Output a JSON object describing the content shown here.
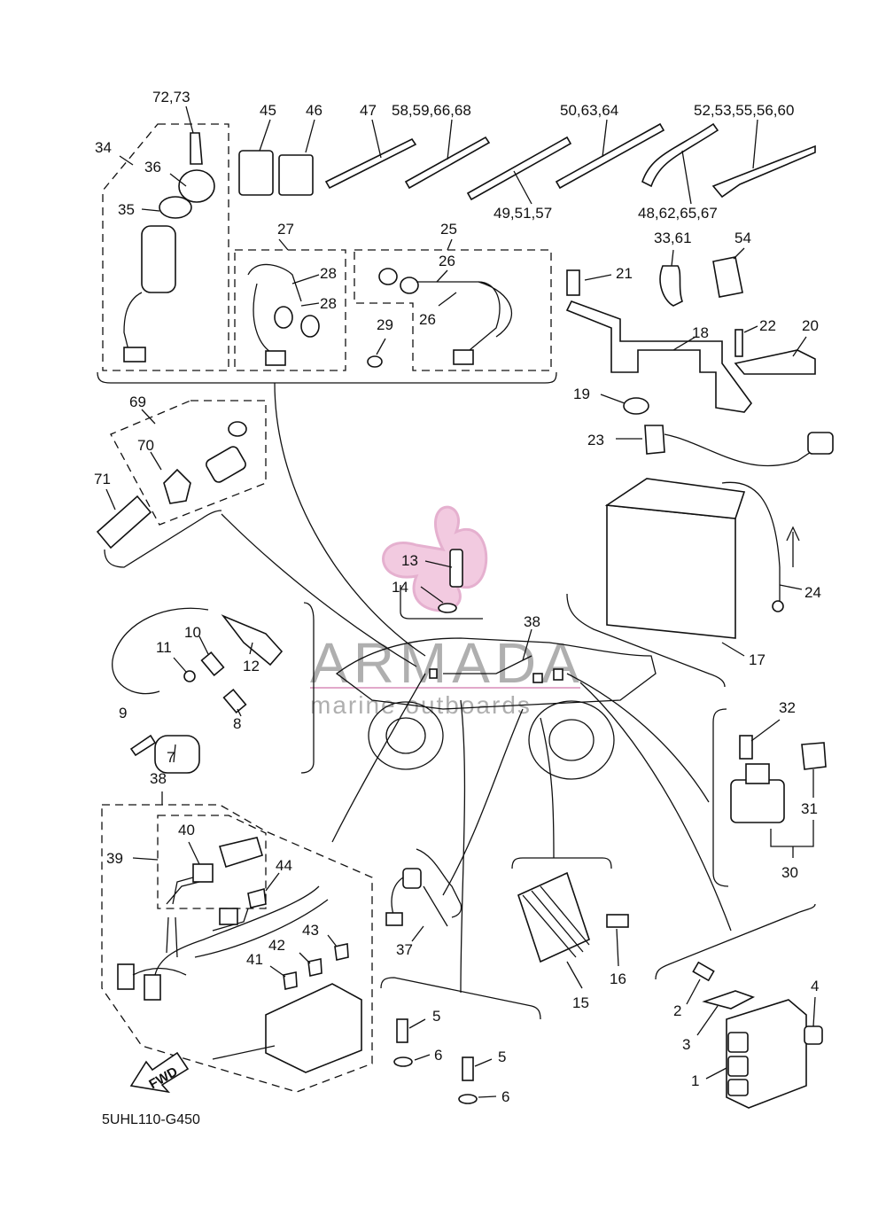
{
  "diagram": {
    "code": "5UHL110-G450",
    "fwd_label": "FWD",
    "watermark": {
      "brand": "ARMADA",
      "tagline": "marine outboards",
      "logo_color": "#e8a0c8"
    },
    "labels": [
      {
        "id": "l72",
        "text": "72,73"
      },
      {
        "id": "l34",
        "text": "34"
      },
      {
        "id": "l36",
        "text": "36"
      },
      {
        "id": "l35",
        "text": "35"
      },
      {
        "id": "l45",
        "text": "45"
      },
      {
        "id": "l46",
        "text": "46"
      },
      {
        "id": "l47",
        "text": "47"
      },
      {
        "id": "l58",
        "text": "58,59,66,68"
      },
      {
        "id": "l50",
        "text": "50,63,64"
      },
      {
        "id": "l52",
        "text": "52,53,55,56,60"
      },
      {
        "id": "l49",
        "text": "49,51,57"
      },
      {
        "id": "l48",
        "text": "48,62,65,67"
      },
      {
        "id": "l27",
        "text": "27"
      },
      {
        "id": "l25",
        "text": "25"
      },
      {
        "id": "l28a",
        "text": "28"
      },
      {
        "id": "l28b",
        "text": "28"
      },
      {
        "id": "l26a",
        "text": "26"
      },
      {
        "id": "l26b",
        "text": "26"
      },
      {
        "id": "l29",
        "text": "29"
      },
      {
        "id": "l21",
        "text": "21"
      },
      {
        "id": "l33",
        "text": "33,61"
      },
      {
        "id": "l54",
        "text": "54"
      },
      {
        "id": "l18",
        "text": "18"
      },
      {
        "id": "l22",
        "text": "22"
      },
      {
        "id": "l20",
        "text": "20"
      },
      {
        "id": "l19",
        "text": "19"
      },
      {
        "id": "l23",
        "text": "23"
      },
      {
        "id": "l69",
        "text": "69"
      },
      {
        "id": "l70",
        "text": "70"
      },
      {
        "id": "l71",
        "text": "71"
      },
      {
        "id": "l13",
        "text": "13"
      },
      {
        "id": "l14",
        "text": "14"
      },
      {
        "id": "l38a",
        "text": "38"
      },
      {
        "id": "l24",
        "text": "24"
      },
      {
        "id": "l17",
        "text": "17"
      },
      {
        "id": "l10",
        "text": "10"
      },
      {
        "id": "l11",
        "text": "11"
      },
      {
        "id": "l12",
        "text": "12"
      },
      {
        "id": "l9",
        "text": "9"
      },
      {
        "id": "l8",
        "text": "8"
      },
      {
        "id": "l7",
        "text": "7"
      },
      {
        "id": "l32",
        "text": "32"
      },
      {
        "id": "l31",
        "text": "31"
      },
      {
        "id": "l30",
        "text": "30"
      },
      {
        "id": "l38b",
        "text": "38"
      },
      {
        "id": "l40",
        "text": "40"
      },
      {
        "id": "l39",
        "text": "39"
      },
      {
        "id": "l44",
        "text": "44"
      },
      {
        "id": "l43",
        "text": "43"
      },
      {
        "id": "l42",
        "text": "42"
      },
      {
        "id": "l41",
        "text": "41"
      },
      {
        "id": "l37",
        "text": "37"
      },
      {
        "id": "l15",
        "text": "15"
      },
      {
        "id": "l16",
        "text": "16"
      },
      {
        "id": "l5a",
        "text": "5"
      },
      {
        "id": "l6a",
        "text": "6"
      },
      {
        "id": "l5b",
        "text": "5"
      },
      {
        "id": "l6b",
        "text": "6"
      },
      {
        "id": "l4",
        "text": "4"
      },
      {
        "id": "l2",
        "text": "2"
      },
      {
        "id": "l3",
        "text": "3"
      },
      {
        "id": "l1",
        "text": "1"
      }
    ]
  }
}
